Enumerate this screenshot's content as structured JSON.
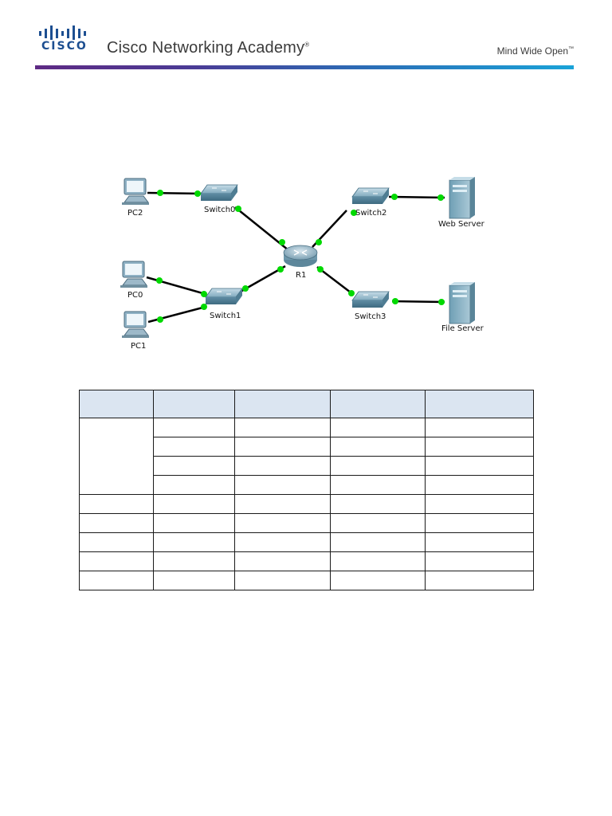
{
  "header": {
    "brand": "CISCO",
    "academy": "Cisco Networking Academy",
    "academy_mark": "®",
    "tagline": "Mind Wide Open",
    "tagline_mark": "™",
    "rule_colors": [
      "#5e2a84",
      "#2c6bb5",
      "#1aa3d8"
    ]
  },
  "topology": {
    "devices": [
      {
        "id": "pc2",
        "label": "PC2",
        "icon": "pc-icon"
      },
      {
        "id": "pc0",
        "label": "PC0",
        "icon": "pc-icon"
      },
      {
        "id": "pc1",
        "label": "PC1",
        "icon": "pc-icon"
      },
      {
        "id": "switch0",
        "label": "Switch0",
        "icon": "switch-icon"
      },
      {
        "id": "switch1",
        "label": "Switch1",
        "icon": "switch-icon"
      },
      {
        "id": "switch2",
        "label": "Switch2",
        "icon": "switch-icon"
      },
      {
        "id": "switch3",
        "label": "Switch3",
        "icon": "switch-icon"
      },
      {
        "id": "r1",
        "label": "R1",
        "icon": "router-icon"
      },
      {
        "id": "web_server",
        "label": "Web Server",
        "icon": "server-icon"
      },
      {
        "id": "file_server",
        "label": "File Server",
        "icon": "server-icon"
      }
    ],
    "link_color": "#000000",
    "port_status_color": "#00d900"
  },
  "table": {
    "header_fill": "#dbe5f1",
    "columns": 5,
    "body_rows": 9
  }
}
